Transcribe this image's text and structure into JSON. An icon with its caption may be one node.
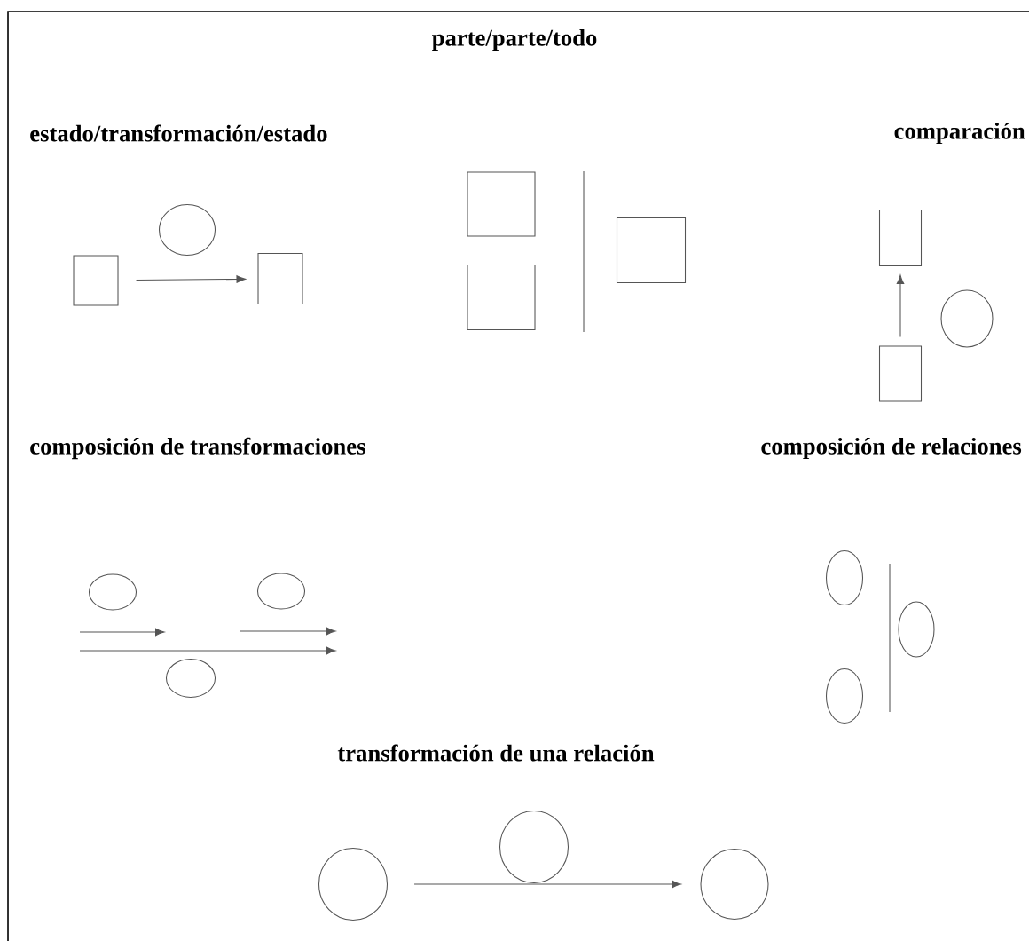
{
  "diagram": {
    "nodes": [
      {
        "text": [],
        "shape": "box"
      },
      {
        "text": [],
        "shape": "circle"
      },
      {
        "text": [],
        "shape": "box"
      },
      {
        "text": [],
        "shape": "box"
      },
      {
        "text": [],
        "shape": "box"
      },
      {
        "text": [],
        "shape": "box"
      },
      {
        "text": [],
        "shape": "box"
      },
      {
        "text": [],
        "shape": "box"
      },
      {
        "text": [],
        "shape": "circle"
      },
      {
        "text": [],
        "shape": "ellipse"
      },
      {
        "text": [],
        "shape": "ellipse"
      },
      {
        "text": [],
        "shape": "ellipse"
      },
      {
        "text": [],
        "shape": "ellipse"
      },
      {
        "text": [],
        "shape": "ellipse"
      },
      {
        "text": [],
        "shape": "ellipse"
      },
      {
        "text": [],
        "shape": "circle"
      },
      {
        "text": [],
        "shape": "circle"
      },
      {
        "text": [],
        "shape": "circle"
      }
    ],
    "edges": [
      {
        "from": 0,
        "to": 2,
        "arrow": "to"
      },
      {
        "from": 7,
        "to": 6,
        "arrow": "to"
      },
      {
        "from": 15,
        "to": 17,
        "arrow": "to"
      }
    ],
    "labels": [
      "parte/parte/todo",
      "estado/transformación/estado",
      "comparación",
      "composición de transformaciones",
      "composición de relaciones",
      "transformación de una relación"
    ]
  }
}
